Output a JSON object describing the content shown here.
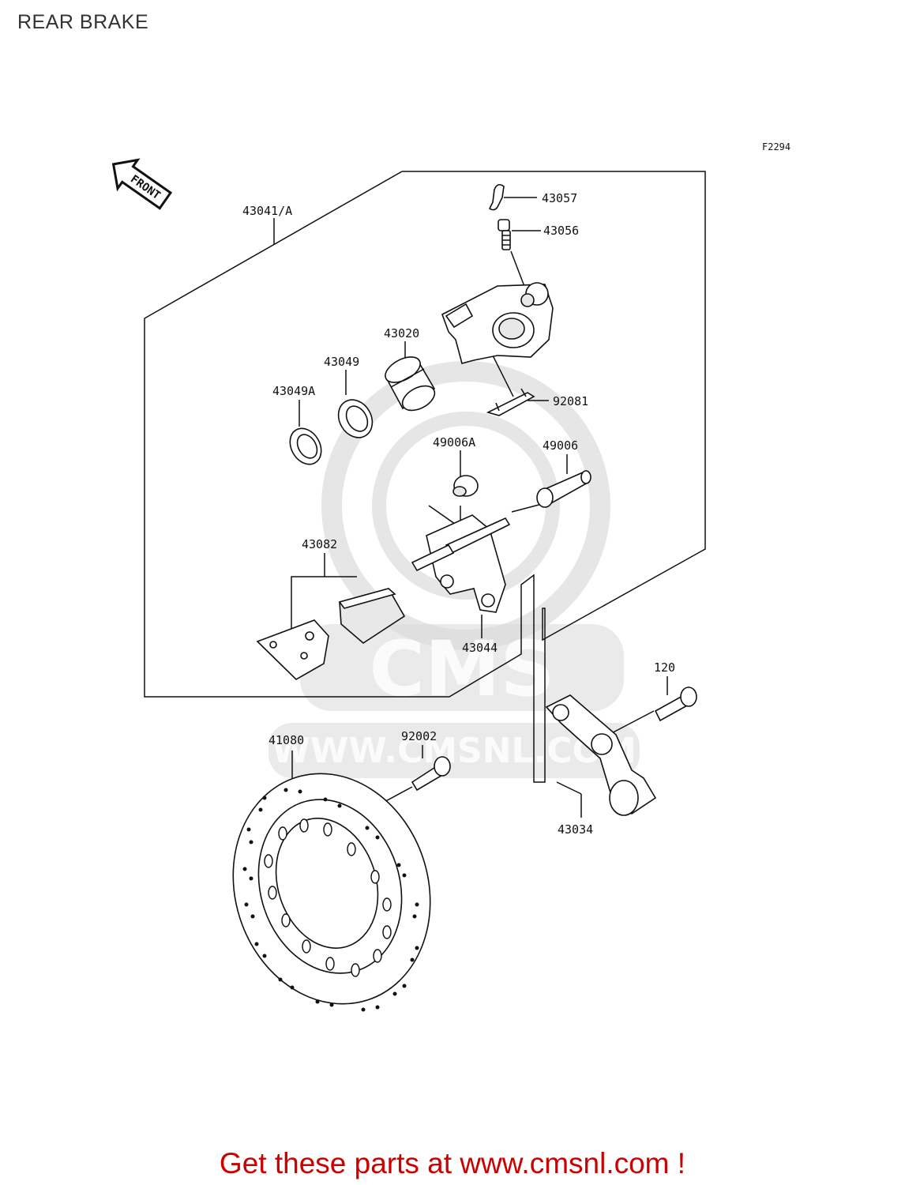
{
  "page": {
    "title": "REAR BRAKE"
  },
  "diagram": {
    "figure_code": "F2294",
    "direction_label": "FRONT",
    "watermark": {
      "brand": "CMS",
      "url": "WWW.CMSNL.COM"
    },
    "part_labels": {
      "p43041A": "43041/A",
      "p43057": "43057",
      "p43056": "43056",
      "p43020": "43020",
      "p43049": "43049",
      "p43049A": "43049A",
      "p92081": "92081",
      "p49006A": "49006A",
      "p49006": "49006",
      "p43082": "43082",
      "p43044": "43044",
      "p120": "120",
      "p41080": "41080",
      "p92002": "92002",
      "p43034": "43034"
    }
  },
  "footer": {
    "text": "Get these parts at www.cmsnl.com !"
  }
}
